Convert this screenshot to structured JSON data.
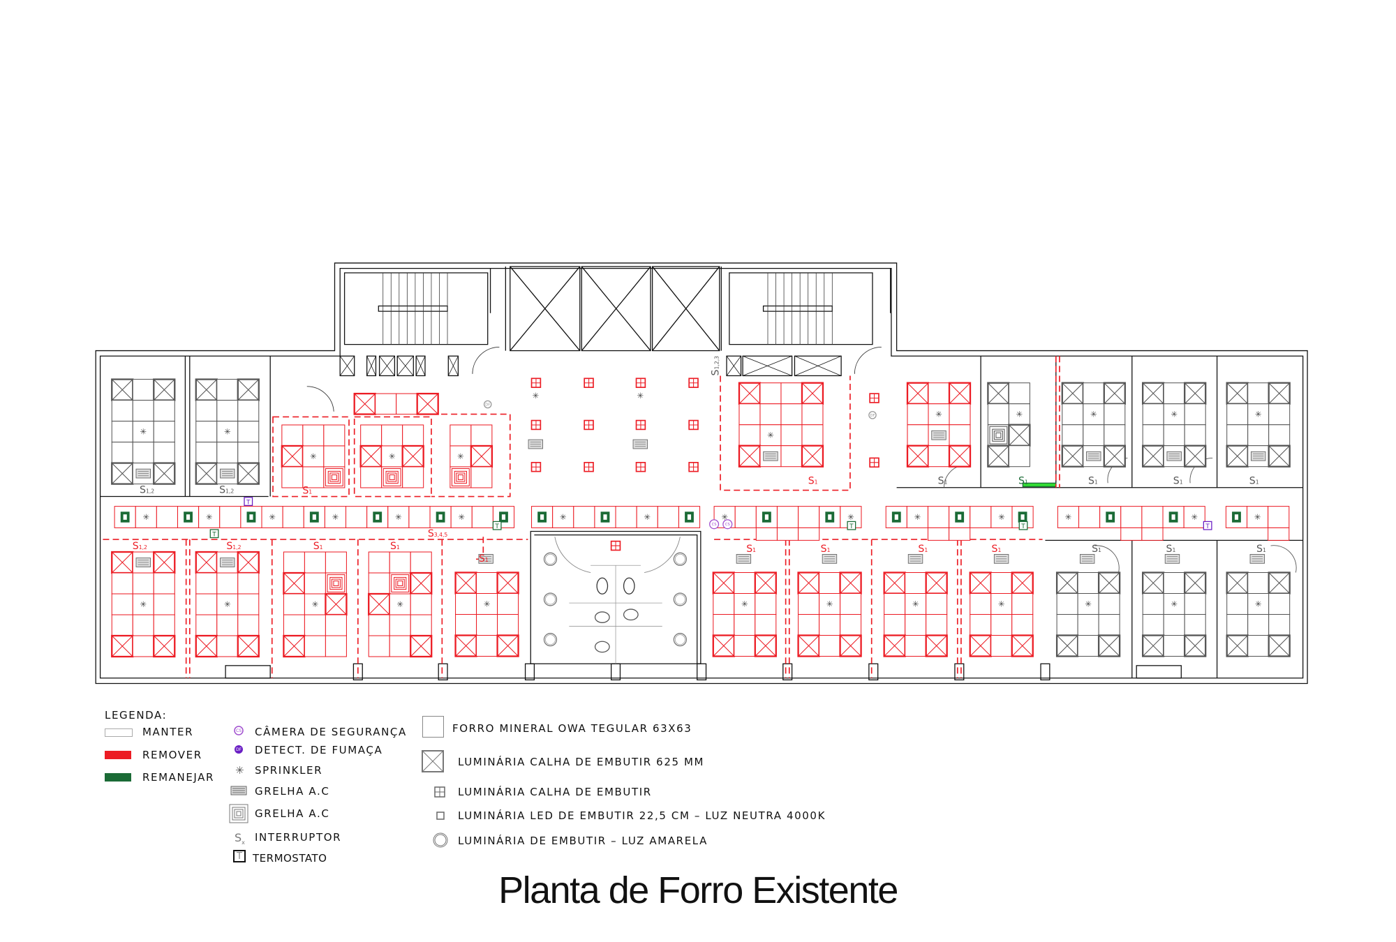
{
  "title": "Planta de Forro Existente",
  "colors": {
    "remove": "#ec1c24",
    "keep": "#555555",
    "relocate": "#1b6b36",
    "relocate_bright": "#33dd33",
    "camera": "#a04fcf",
    "smoke": "#6a1fc4",
    "wall": "#111111"
  },
  "legend": {
    "heading": "LEGENDA:",
    "status": [
      {
        "label": "MANTER",
        "icon": "outline-swatch"
      },
      {
        "label": "REMOVER",
        "icon": "red-swatch"
      },
      {
        "label": "REMANEJAR",
        "icon": "green-swatch"
      }
    ],
    "devices": [
      {
        "label": "CÂMERA DE SEGURANÇA",
        "icon": "camera-icon",
        "glyph": "CS"
      },
      {
        "label": "DETECT. DE FUMAÇA",
        "icon": "smoke-detector-icon",
        "glyph": "DF"
      },
      {
        "label": "SPRINKLER",
        "icon": "sprinkler-icon",
        "glyph": "✳"
      },
      {
        "label": "GRELHA A.C",
        "icon": "linear-grille-icon"
      },
      {
        "label": "GRELHA A.C",
        "icon": "square-diffuser-icon"
      },
      {
        "label": "INTERRUPTOR",
        "icon": "switch-icon",
        "glyph": "S",
        "sub": "x"
      },
      {
        "label": "TERMOSTATO",
        "icon": "thermostat-icon",
        "glyph": "T"
      }
    ],
    "fixtures": [
      {
        "label": "FORRO MINERAL OWA TEGULAR 63X63",
        "icon": "ceiling-tile-icon"
      },
      {
        "label": "LUMINÁRIA CALHA DE EMBUTIR 625 MM",
        "icon": "troffer-icon"
      },
      {
        "label": "LUMINÁRIA CALHA DE EMBUTIR",
        "icon": "small-troffer-icon"
      },
      {
        "label": "LUMINÁRIA LED DE EMBUTIR 22,5 CM – LUZ NEUTRA 4000K",
        "icon": "led-downlight-icon"
      },
      {
        "label": "LUMINÁRIA DE EMBUTIR – LUZ AMARELA",
        "icon": "round-downlight-icon"
      }
    ]
  },
  "plan": {
    "thermostat": "T",
    "camera": "CS",
    "smoke": "DF",
    "switches": [
      {
        "s": "S",
        "n": "1,2"
      },
      {
        "s": "S",
        "n": "1,2"
      },
      {
        "s": "S",
        "n": "1"
      },
      {
        "s": "S",
        "n": "1,2"
      },
      {
        "s": "S",
        "n": "1,2"
      },
      {
        "s": "S",
        "n": "1"
      },
      {
        "s": "S",
        "n": "1"
      },
      {
        "s": "S",
        "n": "3,4,5"
      },
      {
        "s": "S",
        "n": "1"
      },
      {
        "s": "S",
        "n": "1,2,3"
      },
      {
        "s": "S",
        "n": "1"
      },
      {
        "s": "S",
        "n": "1"
      },
      {
        "s": "S",
        "n": "1"
      },
      {
        "s": "S",
        "n": "1"
      },
      {
        "s": "S",
        "n": "1"
      },
      {
        "s": "S",
        "n": "1"
      },
      {
        "s": "S",
        "n": "1"
      },
      {
        "s": "S",
        "n": "1"
      },
      {
        "s": "S",
        "n": "1"
      },
      {
        "s": "S",
        "n": "1"
      },
      {
        "s": "S",
        "n": "1"
      },
      {
        "s": "S",
        "n": "1"
      },
      {
        "s": "S",
        "n": "1"
      }
    ]
  }
}
